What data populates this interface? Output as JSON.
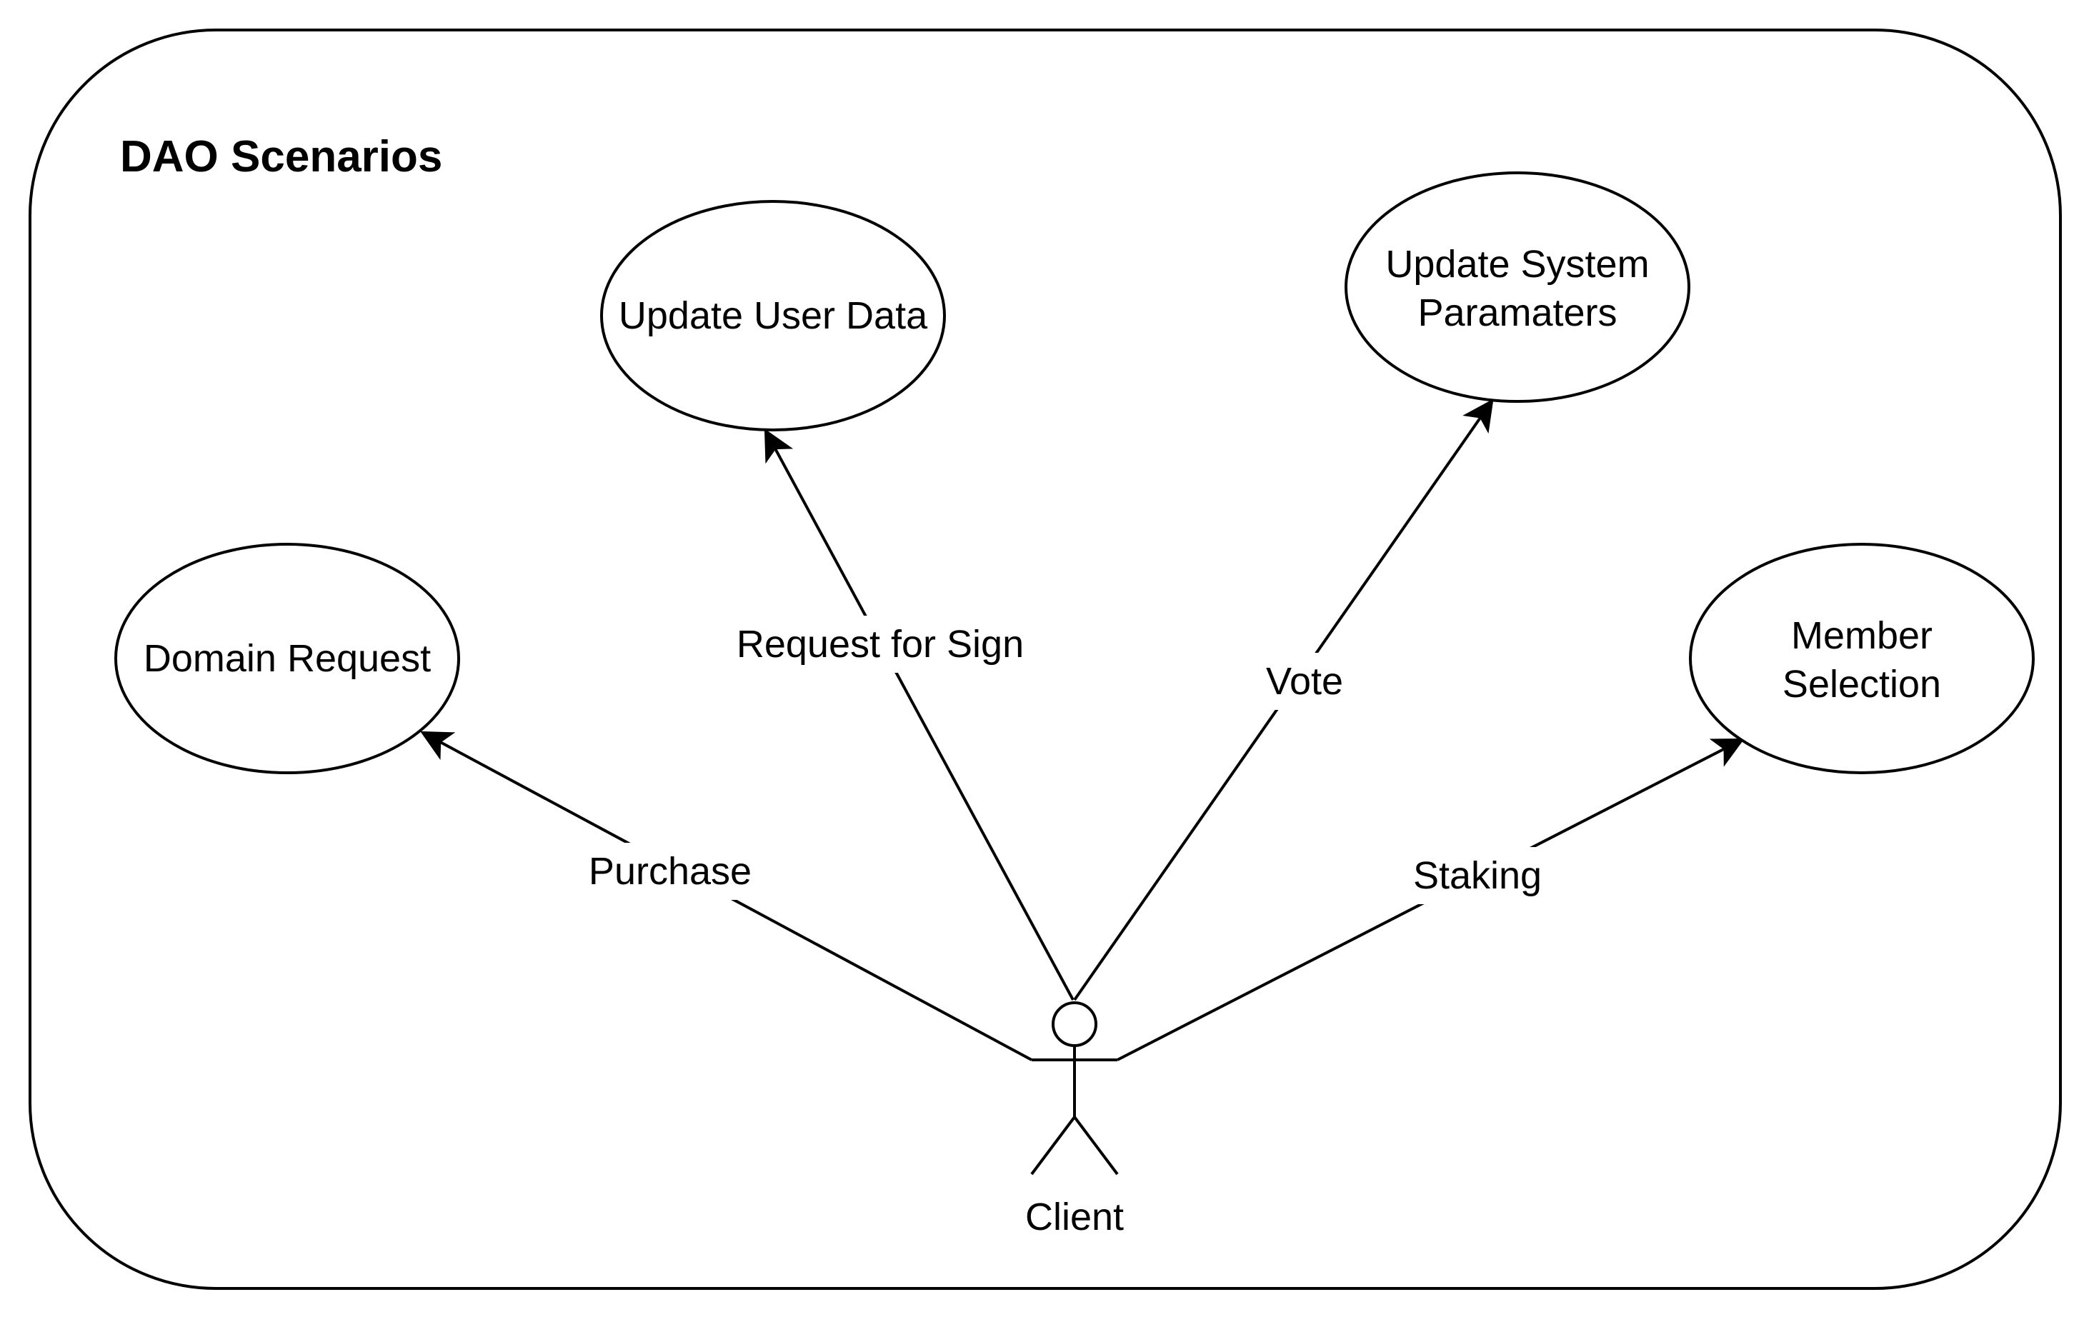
{
  "diagram": {
    "title": "DAO Scenarios",
    "actor": {
      "label": "Client"
    },
    "use_cases": {
      "domain_request": {
        "lines": [
          "Domain Request"
        ]
      },
      "update_user_data": {
        "lines": [
          "Update User Data"
        ]
      },
      "update_system_parameters": {
        "lines": [
          "Update System",
          "Paramaters"
        ]
      },
      "member_selection": {
        "lines": [
          "Member",
          "Selection"
        ]
      }
    },
    "edges": {
      "purchase": {
        "label": "Purchase",
        "from": "Client",
        "to": "Domain Request"
      },
      "request_for_sign": {
        "label": "Request for Sign",
        "from": "Client",
        "to": "Update User Data"
      },
      "vote": {
        "label": "Vote",
        "from": "Client",
        "to": "Update System Paramaters"
      },
      "staking": {
        "label": "Staking",
        "from": "Client",
        "to": "Member Selection"
      }
    },
    "colors": {
      "stroke": "#000000",
      "background": "#ffffff"
    }
  }
}
